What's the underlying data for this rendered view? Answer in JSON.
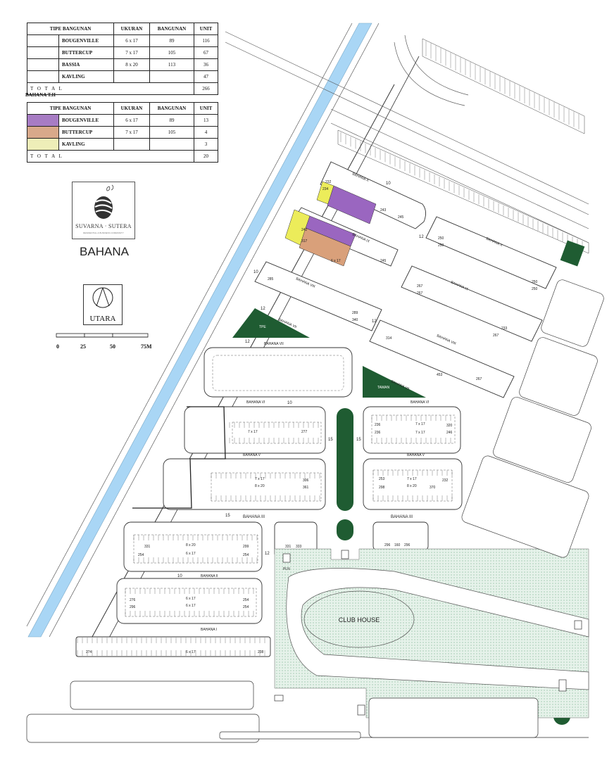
{
  "table1": {
    "headers": [
      "TIPE BANGUNAN",
      "UKURAN",
      "BANGUNAN",
      "UNIT"
    ],
    "rows": [
      {
        "type": "BOUGENVILLE",
        "size": "6 x 17",
        "building": "89",
        "unit": "116"
      },
      {
        "type": "BUTTERCUP",
        "size": "7 x 17",
        "building": "105",
        "unit": "67"
      },
      {
        "type": "BASSIA",
        "size": "8 x 20",
        "building": "113",
        "unit": "36"
      },
      {
        "type": "KAVLING",
        "size": "",
        "building": "",
        "unit": "47"
      }
    ],
    "total_label": "T O T A L",
    "total_value": "266"
  },
  "table2": {
    "caption": "BAHANA T.II",
    "headers": [
      "TIPE BANGUNAN",
      "UKURAN",
      "BANGUNAN",
      "UNIT"
    ],
    "rows": [
      {
        "type": "BOUGENVILLE",
        "size": "6 x 17",
        "building": "89",
        "unit": "13",
        "color": "#a77cc4"
      },
      {
        "type": "BUTTERCUP",
        "size": "7 x 17",
        "building": "105",
        "unit": "4",
        "color": "#d8a98a"
      },
      {
        "type": "KAVLING",
        "size": "",
        "building": "",
        "unit": "3",
        "color": "#eeeeb8"
      }
    ],
    "total_label": "T O T A L",
    "total_value": "20"
  },
  "logo": {
    "name": "SUVARNA · SUTERA",
    "tagline": "RESIDENTIAL & BUSINESS COMMUNITY"
  },
  "title": "BAHANA",
  "north_label": "UTARA",
  "scale": {
    "labels": [
      "0",
      "25",
      "50",
      "75M"
    ]
  },
  "colors": {
    "river": "#a9d6f5",
    "green": "#1f5c32",
    "dots": "#cfe6d6",
    "purple": "#9a66c0",
    "yellow": "#ecec5a",
    "tan": "#d9a07a"
  },
  "map": {
    "club_house": "CLUB HOUSE",
    "streets": [
      {
        "id": "bahana-x-top",
        "label": "BAHANA X"
      },
      {
        "id": "bahana-ix-mid",
        "label": "BAHANA IX"
      },
      {
        "id": "bahana-x-right",
        "label": "BAHANA X"
      },
      {
        "id": "bahana-viii-left",
        "label": "BAHANA VIII"
      },
      {
        "id": "bahana-ix-right",
        "label": "BAHANA IX"
      },
      {
        "id": "bahana-vii-left",
        "label": "BAHANA VII"
      },
      {
        "id": "bahana-viii-right",
        "label": "BAHANA VIII"
      },
      {
        "id": "bahana-vii-mid",
        "label": "BAHANA VII"
      },
      {
        "id": "bahana-vii-right",
        "label": "BAHANA VII"
      },
      {
        "id": "bahana-vi-left",
        "label": "BAHANA VI"
      },
      {
        "id": "bahana-vi-right",
        "label": "BAHANA VI"
      },
      {
        "id": "bahana-v-left",
        "label": "BAHANA V"
      },
      {
        "id": "bahana-v-right",
        "label": "BAHANA V"
      },
      {
        "id": "bahana-iii-left",
        "label": "BAHANA III"
      },
      {
        "id": "bahana-iii-right",
        "label": "BAHANA III"
      },
      {
        "id": "bahana-ii",
        "label": "BAHANA II"
      },
      {
        "id": "bahana-i",
        "label": "BAHANA I"
      }
    ],
    "lot_numbers": [
      {
        "id": "n1",
        "text": "234"
      },
      {
        "id": "n2",
        "text": "232"
      },
      {
        "id": "n3",
        "text": "243"
      },
      {
        "id": "n4",
        "text": "245"
      },
      {
        "id": "n5",
        "text": "242"
      },
      {
        "id": "n6",
        "text": "317"
      },
      {
        "id": "n7",
        "text": "245"
      },
      {
        "id": "n8",
        "text": "250"
      },
      {
        "id": "n9",
        "text": "250"
      },
      {
        "id": "n10",
        "text": "250"
      },
      {
        "id": "n11",
        "text": "250"
      },
      {
        "id": "n12",
        "text": "285"
      },
      {
        "id": "n13",
        "text": "289"
      },
      {
        "id": "n14",
        "text": "340"
      },
      {
        "id": "n15",
        "text": "267"
      },
      {
        "id": "n16",
        "text": "267"
      },
      {
        "id": "n17",
        "text": "314"
      },
      {
        "id": "n18",
        "text": "267"
      },
      {
        "id": "n19",
        "text": "233"
      },
      {
        "id": "n20",
        "text": "453"
      },
      {
        "id": "n21",
        "text": "267"
      },
      {
        "id": "n22",
        "text": "277"
      },
      {
        "id": "n23",
        "text": "236"
      },
      {
        "id": "n24",
        "text": "236"
      },
      {
        "id": "n25",
        "text": "320"
      },
      {
        "id": "n26",
        "text": "246"
      },
      {
        "id": "n27",
        "text": "306"
      },
      {
        "id": "n28",
        "text": "361"
      },
      {
        "id": "n29",
        "text": "253"
      },
      {
        "id": "n30",
        "text": "298"
      },
      {
        "id": "n31",
        "text": "370"
      },
      {
        "id": "n32",
        "text": "232"
      },
      {
        "id": "n33",
        "text": "331"
      },
      {
        "id": "n34",
        "text": "254"
      },
      {
        "id": "n35",
        "text": "299"
      },
      {
        "id": "n36",
        "text": "254"
      },
      {
        "id": "n37",
        "text": "331"
      },
      {
        "id": "n38",
        "text": "333"
      },
      {
        "id": "n39",
        "text": "296"
      },
      {
        "id": "n40",
        "text": "160"
      },
      {
        "id": "n41",
        "text": "296"
      },
      {
        "id": "n42",
        "text": "276"
      },
      {
        "id": "n43",
        "text": "296"
      },
      {
        "id": "n44",
        "text": "254"
      },
      {
        "id": "n45",
        "text": "254"
      },
      {
        "id": "n46",
        "text": "274"
      },
      {
        "id": "n47",
        "text": "238"
      }
    ],
    "dims": [
      {
        "id": "d1",
        "text": "7 x 17"
      },
      {
        "id": "d2",
        "text": "7 x 17"
      },
      {
        "id": "d3",
        "text": "7 x 17"
      },
      {
        "id": "d4",
        "text": "7 x 17"
      },
      {
        "id": "d5",
        "text": "8 x 20"
      },
      {
        "id": "d6",
        "text": "7 x 17"
      },
      {
        "id": "d7",
        "text": "8 x 20"
      },
      {
        "id": "d8",
        "text": "8 x 20"
      },
      {
        "id": "d9",
        "text": "6 x 17"
      },
      {
        "id": "d10",
        "text": "6 x 17"
      },
      {
        "id": "d11",
        "text": "6 x 17"
      },
      {
        "id": "d12",
        "text": "6 x 17"
      },
      {
        "id": "d13",
        "text": "6 x 17"
      }
    ],
    "road_widths": [
      {
        "id": "w1",
        "text": "12"
      },
      {
        "id": "w2",
        "text": "10"
      },
      {
        "id": "w3",
        "text": "12"
      },
      {
        "id": "w4",
        "text": "12"
      },
      {
        "id": "w5",
        "text": "10"
      },
      {
        "id": "w6",
        "text": "12"
      },
      {
        "id": "w7",
        "text": "15"
      },
      {
        "id": "w8",
        "text": "15"
      },
      {
        "id": "w9",
        "text": "10"
      },
      {
        "id": "w10",
        "text": "15"
      },
      {
        "id": "w11",
        "text": "12"
      },
      {
        "id": "w12",
        "text": "10"
      }
    ],
    "labels": [
      {
        "id": "tpe",
        "text": "TPE"
      },
      {
        "id": "taman",
        "text": "TAMAN"
      },
      {
        "id": "pln",
        "text": "PLN"
      }
    ]
  }
}
